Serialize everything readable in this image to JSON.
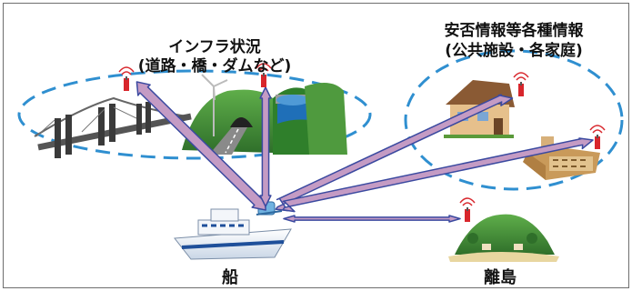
{
  "labels": {
    "infra_line1": "インフラ状況",
    "infra_line2": "(道路・橋・ダムなど)",
    "safety_line1": "安否情報等各種情報",
    "safety_line2": "(公共施設・各家庭)",
    "ship": "船",
    "island": "離島"
  },
  "colors": {
    "ellipse_dash": "#2f8fd0",
    "arrow_fill": "#c49bc4",
    "arrow_outline": "#3b4aa0",
    "antenna_red": "#d8262c",
    "ship_blue": "#1e4f9a",
    "hill_green": "#3e8a34"
  },
  "icons": {
    "bridge": "suspension-bridge-icon",
    "tunnel": "tunnel-road-icon",
    "dam": "dam-icon",
    "house": "house-icon",
    "public_building": "public-building-icon",
    "ship": "ship-icon",
    "island": "island-icon",
    "antenna": "radio-antenna-icon"
  }
}
